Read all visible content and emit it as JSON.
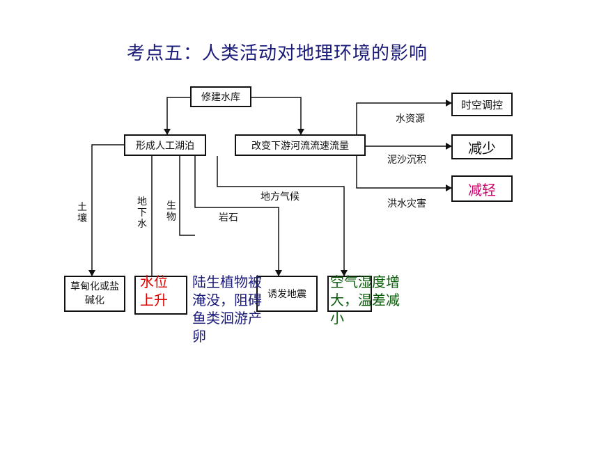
{
  "title": "考点五：人类活动对地理环境的影响",
  "boxes": {
    "reservoir": "修建水库",
    "lake": "形成人工湖泊",
    "downstream": "改变下游河流流速流量",
    "spacetime": "时空调控",
    "reduce": "减少",
    "lessen": "减轻",
    "soil_box": "草甸化或盐碱化",
    "gw_box": "水位上升",
    "quake_box": "诱发地震"
  },
  "labels": {
    "soil": "土壤",
    "groundwater": "地下水",
    "bio": "生物",
    "rock": "岩石",
    "climate": "地方气候",
    "water_res": "水资源",
    "sediment": "泥沙沉积",
    "flood": "洪水灾害"
  },
  "fills": {
    "bio_effect": "陆生植物被淹没，阻碍鱼类洄游产卵",
    "climate_effect": "空气湿度增大，温差减小"
  },
  "colors": {
    "title": "#1a1a7a",
    "red": "#e00000",
    "pink": "#d0006a",
    "navy": "#1a1a7a",
    "green": "#0a5a0a"
  }
}
